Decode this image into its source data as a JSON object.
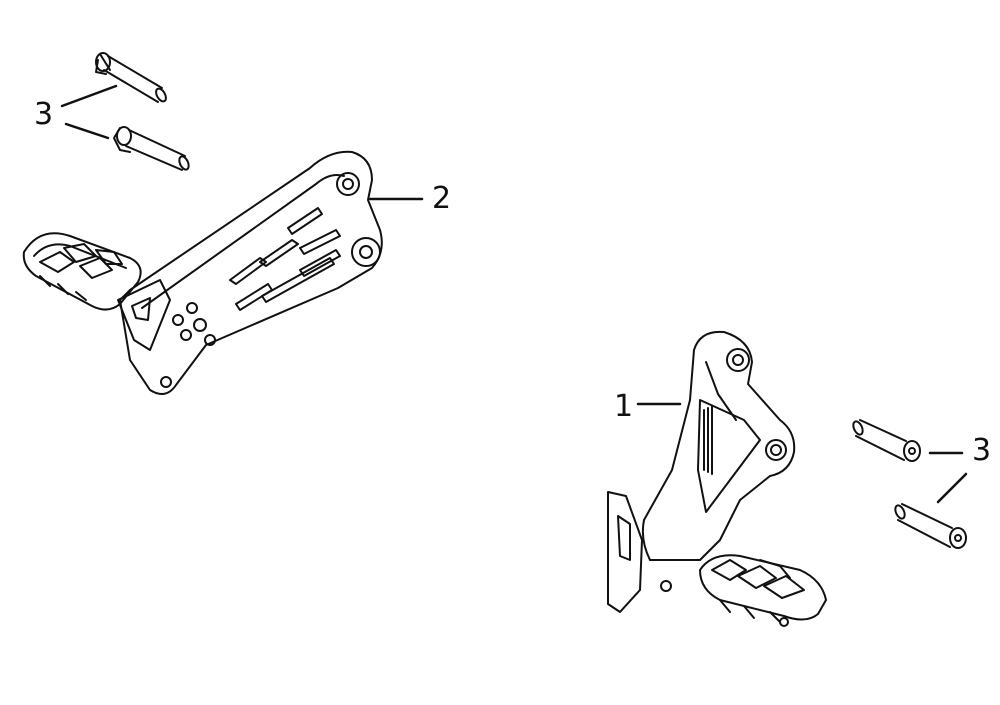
{
  "diagram": {
    "type": "exploded-parts-diagram",
    "callouts": [
      {
        "id": "callout-3-top",
        "label": "3",
        "part": "bolt"
      },
      {
        "id": "callout-2",
        "label": "2",
        "part": "left-footpeg-bracket"
      },
      {
        "id": "callout-1",
        "label": "1",
        "part": "right-footpeg-bracket"
      },
      {
        "id": "callout-3-right",
        "label": "3",
        "part": "bolt"
      }
    ],
    "line_color": "#111111",
    "background": "#ffffff"
  }
}
